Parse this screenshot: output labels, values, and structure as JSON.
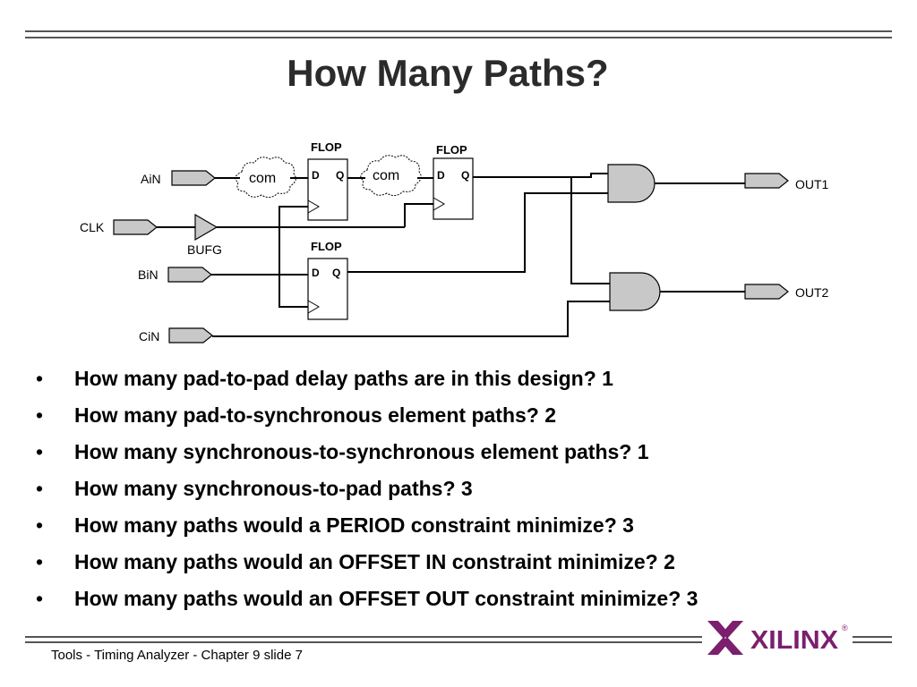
{
  "title": "How Many Paths?",
  "diagram": {
    "flop_label": "FLOP",
    "d_label": "D",
    "q_label": "Q",
    "com_label": "com",
    "inputs": {
      "ain": "AiN",
      "clk": "CLK",
      "bin": "BiN",
      "cin": "CiN"
    },
    "bufg": "BUFG",
    "outputs": {
      "out1": "OUT1",
      "out2": "OUT2"
    }
  },
  "bullets": [
    "How many pad-to-pad delay paths are in this design?  1",
    "How many pad-to-synchronous element paths?  2",
    "How many synchronous-to-synchronous element paths?  1",
    "How many synchronous-to-pad paths?  3",
    "How many paths would a PERIOD constraint minimize?  3",
    "How many paths would an OFFSET IN constraint minimize?  2",
    "How many paths would an OFFSET OUT constraint minimize?  3"
  ],
  "bullet_symbol": "•",
  "footer": {
    "text": "Tools - Timing Analyzer - Chapter 9 slide 7",
    "logo_text": "XILINX",
    "logo_mark": "®"
  },
  "colors": {
    "logo": "#7b1f6e",
    "pad_fill": "#c8c8c8",
    "gate_fill": "#c8c8c8"
  }
}
